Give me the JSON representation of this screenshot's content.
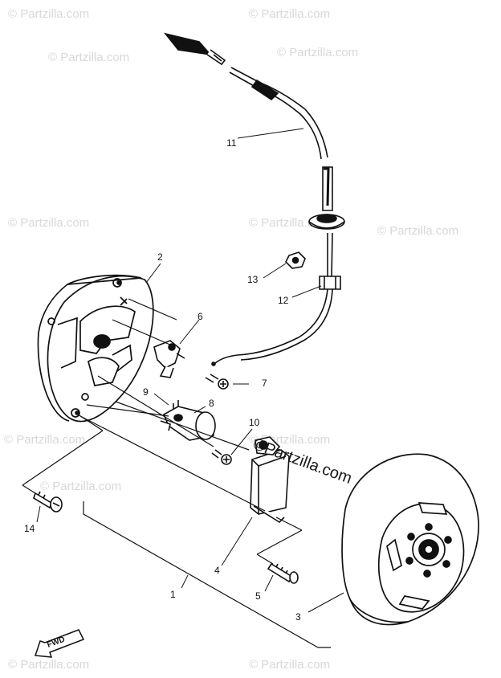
{
  "diagram": {
    "callouts": [
      "1",
      "2",
      "3",
      "4",
      "5",
      "6",
      "7",
      "8",
      "9",
      "10",
      "11",
      "12",
      "13",
      "14"
    ],
    "fwd_label": "FWD",
    "watermark_center": "©Partzilla.com",
    "watermark_tile": "© Partzilla.com"
  }
}
